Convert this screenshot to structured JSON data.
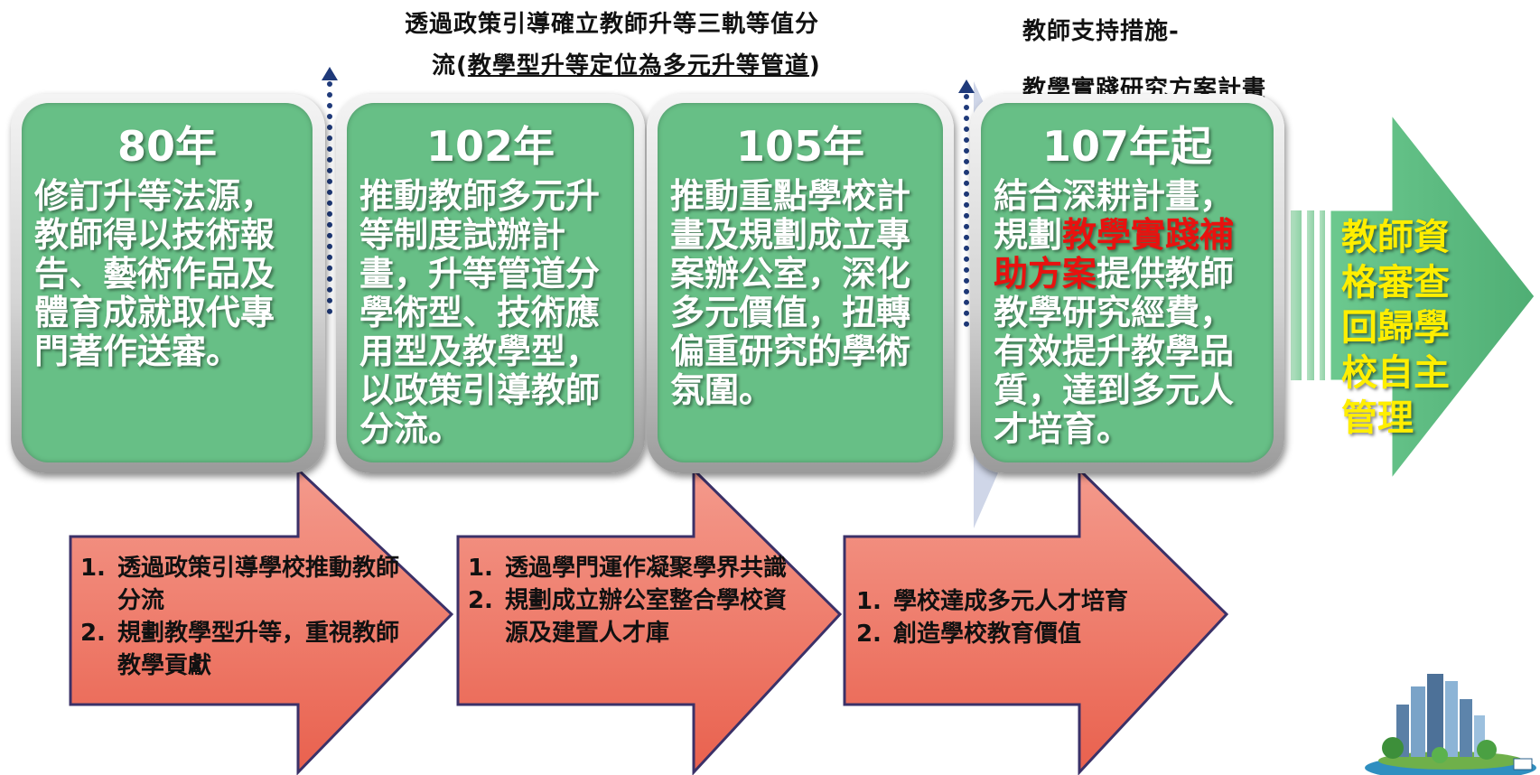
{
  "top_captions": {
    "policy_line1": "透過政策引導確立教師升等三軌等值分",
    "policy_line2_prefix": "流(",
    "policy_line2_underlined": "教學型升等定位為多元升等管道",
    "policy_line2_suffix": ")",
    "support_line1": "教師支持措施-",
    "support_line2": "教學實踐研究方案計畫"
  },
  "milestones": [
    {
      "year": "80年",
      "text": "修訂升等法源，教師得以技術報告、藝術作品及體育成就取代專門著作送審。"
    },
    {
      "year": "102年",
      "text": "推動教師多元升等制度試辦計畫，升等管道分學術型、技術應用型及教學型，以政策引導教師分流。"
    },
    {
      "year": "105年",
      "text": "推動重點學校計畫及規劃成立專案辦公室，深化多元價值，扭轉偏重研究的學術氛圍。"
    },
    {
      "year": "107年起",
      "text_before": "結合深耕計畫，規劃",
      "text_highlight": "教學實踐補助方案",
      "text_after": "提供教師教學研究經費，有效提升教學品質，達到多元人才培育。"
    }
  ],
  "goal": {
    "text": "教師資格審查回歸學校自主管理"
  },
  "bottom_arrows": [
    {
      "items": [
        "透過政策引導學校推動教師分流",
        "規劃教學型升等，重視教師教學貢獻"
      ]
    },
    {
      "items": [
        "透過學門運作凝聚學界共識",
        "規劃成立辦公室整合學校資源及建置人才庫"
      ]
    },
    {
      "items": [
        "學校達成多元人才培育",
        "創造學校教育價值"
      ]
    }
  ],
  "colors": {
    "card_green": "#67bf86",
    "highlight_red": "#e8120f",
    "goal_yellow": "#ffee00",
    "arrow_salmon": "#f07b6a",
    "arrow_outline": "#3b3168",
    "dots_navy": "#1f3a7a"
  },
  "icons": [
    "city-buildings-icon"
  ]
}
